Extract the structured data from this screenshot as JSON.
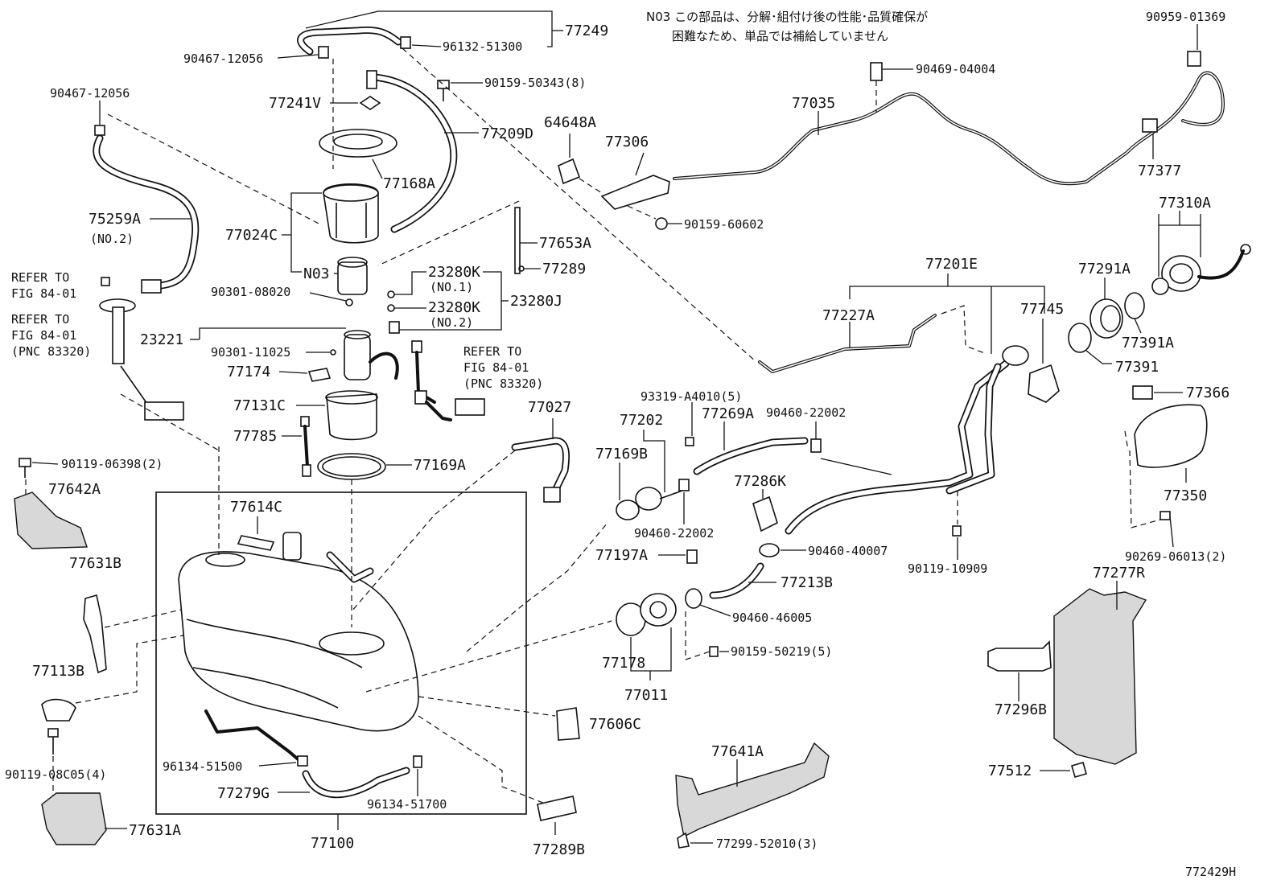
{
  "note": {
    "line1": "N03 この部品は、分解･組付け後の性能･品質確保が",
    "line2": "困難なため、単品では補給していません"
  },
  "figure_id": "772429H",
  "labels": {
    "p77249": "77249",
    "p96132_51300": "96132-51300",
    "p90467_12056_top": "90467-12056",
    "p90159_50343": "90159-50343(8)",
    "p77241V": "77241V",
    "p77209D": "77209D",
    "p77168A": "77168A",
    "p90467_12056_left": "90467-12056",
    "p75259A": "75259A",
    "p75259A_no2": "(NO.2)",
    "p77024C": "77024C",
    "pN03": "N03",
    "p77653A": "77653A",
    "p77289": "77289",
    "p23280K_1": "23280K",
    "p23280K_1n": "(NO.1)",
    "p23280K_2": "23280K",
    "p23280K_2n": "(NO.2)",
    "p23280J": "23280J",
    "p90301_08020": "90301-08020",
    "refer1_a": "REFER TO",
    "refer1_b": "FIG 84-01",
    "refer2_a": "REFER TO",
    "refer2_b": "FIG 84-01",
    "refer2_c": "(PNC 83320)",
    "p23221": "23221",
    "p90301_11025": "90301-11025",
    "refer3_a": "REFER TO",
    "refer3_b": "FIG 84-01",
    "refer3_c": "(PNC 83320)",
    "p77174": "77174",
    "p77131C": "77131C",
    "p77785": "77785",
    "p77027": "77027",
    "p77169A": "77169A",
    "p90119_06398": "90119-06398(2)",
    "p77642A": "77642A",
    "p77614C": "77614C",
    "p77631B": "77631B",
    "p77113B": "77113B",
    "p90119_08C05": "90119-08C05(4)",
    "p77631A": "77631A",
    "p96134_51500": "96134-51500",
    "p77279G": "77279G",
    "p96134_51700": "96134-51700",
    "p77100": "77100",
    "p77606C": "77606C",
    "p77289B": "77289B",
    "p64648A": "64648A",
    "p77306": "77306",
    "p90159_60602": "90159-60602",
    "p90469_04004": "90469-04004",
    "p77035": "77035",
    "p90959_01369": "90959-01369",
    "p77377": "77377",
    "p77310A": "77310A",
    "p77291A": "77291A",
    "p77391A": "77391A",
    "p77391": "77391",
    "p77201E": "77201E",
    "p77227A": "77227A",
    "p77745": "77745",
    "p77366": "77366",
    "p77350": "77350",
    "p90269_06013": "90269-06013(2)",
    "p93319_A4010": "93319-A4010(5)",
    "p77202": "77202",
    "p77269A": "77269A",
    "p90460_22002_r": "90460-22002",
    "p77169B": "77169B",
    "p90460_22002_b": "90460-22002",
    "p77286K": "77286K",
    "p90460_40007": "90460-40007",
    "p90119_10909": "90119-10909",
    "p77197A": "77197A",
    "p77213B": "77213B",
    "p90460_46005": "90460-46005",
    "p90159_50219": "90159-50219(5)",
    "p77178": "77178",
    "p77011": "77011",
    "p77277R": "77277R",
    "p77296B": "77296B",
    "p77512": "77512",
    "p77641A": "77641A",
    "p77299_52010": "77299-52010(3)"
  }
}
